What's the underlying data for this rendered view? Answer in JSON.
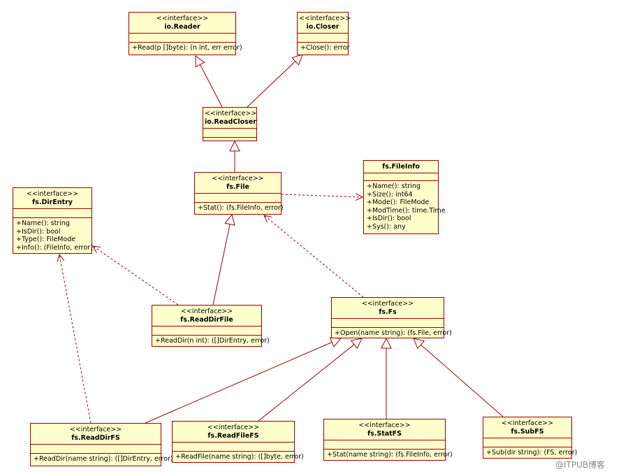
{
  "classes": {
    "io_reader": {
      "stereotype": "<<interface>>",
      "name": "io.Reader",
      "members": [
        "+Read(p []byte): (n int, err error)"
      ]
    },
    "io_closer": {
      "stereotype": "<<interface>>",
      "name": "io.Closer",
      "members": [
        "+Close(): error"
      ]
    },
    "io_readcloser": {
      "stereotype": "<<interface>>",
      "name": "io.ReadCloser",
      "members": []
    },
    "fs_file": {
      "stereotype": "<<interface>>",
      "name": "fs.File",
      "members": [
        "+Stat(): (fs.FileInfo, error)"
      ]
    },
    "fs_fileinfo": {
      "stereotype": "",
      "name": "fs.FileInfo",
      "members": [
        "+Name(): string",
        "+Size(): int64",
        "+Mode(): FileMode",
        "+ModTime(): time.Time",
        "+IsDir(): bool",
        "+Sys(): any"
      ]
    },
    "fs_direntry": {
      "stereotype": "<<interface>>",
      "name": "fs.DirEntry",
      "members": [
        "+Name(): string",
        "+IsDir(): bool",
        "+Type(): FileMode",
        "+Info(): (FileInfo, error)"
      ]
    },
    "fs_readdirfile": {
      "stereotype": "<<interface>>",
      "name": "fs.ReadDirFile",
      "members": [
        "+ReadDir(n int): ([]DirEntry, error)"
      ]
    },
    "fs_fs": {
      "stereotype": "<<interface>>",
      "name": "fs.Fs",
      "members": [
        "+Open(name string): (fs.File, error)"
      ]
    },
    "fs_readdirfs": {
      "stereotype": "<<interface>>",
      "name": "fs.ReadDirFS",
      "members": [
        "+ReadDir(name string): ([]DirEntry, error)"
      ]
    },
    "fs_readfilefs": {
      "stereotype": "<<interface>>",
      "name": "fs.ReadFileFS",
      "members": [
        "+ReadFile(name string): ([]byte, error)"
      ]
    },
    "fs_statfs": {
      "stereotype": "<<interface>>",
      "name": "fs.StatFS",
      "members": [
        "+Stat(name string): (fs.FileInfo, error)"
      ]
    },
    "fs_subfs": {
      "stereotype": "<<interface>>",
      "name": "fs.SubFS",
      "members": [
        "+Sub(dir string): (FS, error)"
      ]
    }
  },
  "watermark": "@ITPUB博客",
  "colors": {
    "box_fill": "#ffffcc",
    "line": "#990000"
  }
}
